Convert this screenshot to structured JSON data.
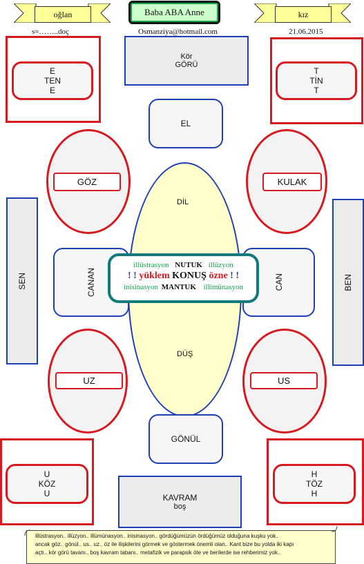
{
  "header": {
    "left_banner": "oğlan",
    "right_banner": "kız",
    "title": "Baba ABA   Anne",
    "left_sub": "s=……..doç",
    "email": "Osmanziya@hotmail.com",
    "date": "21.06.2015"
  },
  "boxes": {
    "kor_line1": "Kör",
    "kor_line2": "GÖRÜ",
    "el": "EL",
    "gonul": "GÖNÜL",
    "kavram_line1": "KAVRAM",
    "kavram_line2": "boş",
    "sen": "SEN",
    "ben": "BEN",
    "canan": "CANAN",
    "can": "CAN"
  },
  "corners": {
    "top_left": [
      "E",
      "TEN",
      "E"
    ],
    "top_right": [
      "T",
      "TİN",
      "T"
    ],
    "bottom_left": [
      "U",
      "KÖZ",
      "U"
    ],
    "bottom_right": [
      "H",
      "TÖZ",
      "H"
    ]
  },
  "ellipses": {
    "goz": "GÖZ",
    "kulak": "KULAK",
    "uz": "UZ",
    "us": "US",
    "dil": "DİL",
    "dus": "DÜŞ"
  },
  "center": {
    "row1_a": "illüstrasyon",
    "row1_b": "NUTUK",
    "row1_c": "illüzyon",
    "row2_a": "! !",
    "row2_b": "yüklem",
    "row2_c": "KONUŞ",
    "row2_d": "özne",
    "row2_e": "! !",
    "row3_a": "inisinasyon",
    "row3_b": "MANTUK",
    "row3_c": "illimünasyon"
  },
  "footer": {
    "line1": "illüstrasyon.. illüzyon.. illümünasyon.. inisinasyon.. gördüğümüzün ördüğümüz olduğuna kuşku yok..",
    "line2": "ancak göz.. gönül.. us.. uz.. öz ile ilişkilerini görmek ve göstermek önemli olan.. Kant bize bu yolda iki kapı",
    "line3": "açtı.. kör görü tavanı.. boş kavram tabanı.. metafizik ve parapsik öte ve berilerde ise rehberimiz yok.."
  },
  "colors": {
    "red": "#d71920",
    "blue": "#1d3fb8",
    "teal": "#0f7b7b",
    "green": "#16a34a",
    "yellow": "#ffff99"
  }
}
